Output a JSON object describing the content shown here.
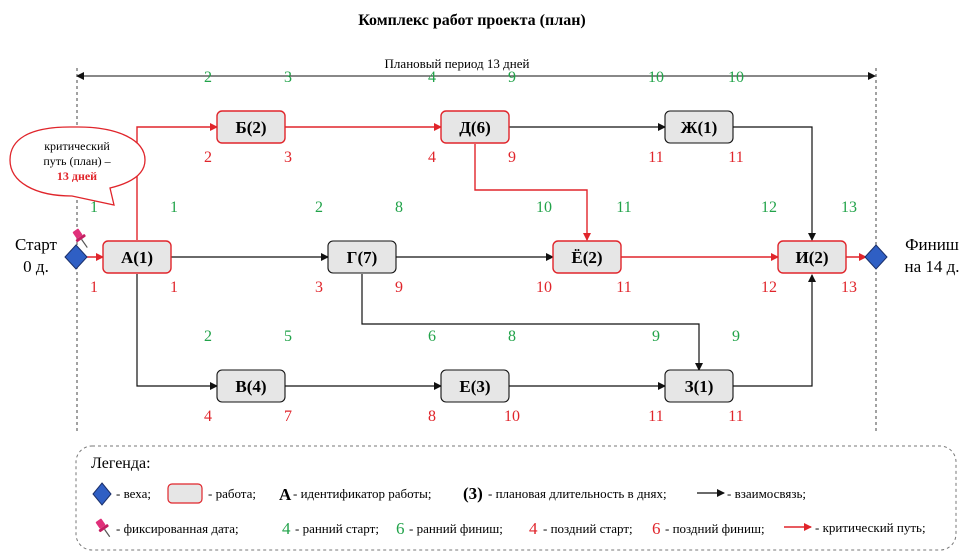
{
  "title": "Комплекс работ проекта (план)",
  "period_label": "Плановый период 13 дней",
  "start": {
    "line1": "Старт",
    "line2": "0 д."
  },
  "finish": {
    "line1": "Финиш",
    "line2": "на 14 д."
  },
  "callout": {
    "line1": "критический",
    "line2": "путь (план) –",
    "line3": "13 дней"
  },
  "nodes": [
    {
      "id": "A",
      "label": "А(1)",
      "critical": true,
      "es": "1",
      "ef": "1",
      "ls": "1",
      "lf": "1"
    },
    {
      "id": "B",
      "label": "Б(2)",
      "critical": true,
      "es": "2",
      "ef": "3",
      "ls": "2",
      "lf": "3"
    },
    {
      "id": "D",
      "label": "Д(6)",
      "critical": true,
      "es": "4",
      "ef": "9",
      "ls": "4",
      "lf": "9"
    },
    {
      "id": "ZH",
      "label": "Ж(1)",
      "critical": false,
      "es": "10",
      "ef": "10",
      "ls": "11",
      "lf": "11"
    },
    {
      "id": "G",
      "label": "Г(7)",
      "critical": false,
      "es": "2",
      "ef": "8",
      "ls": "3",
      "lf": "9"
    },
    {
      "id": "YO",
      "label": "Ё(2)",
      "critical": true,
      "es": "10",
      "ef": "11",
      "ls": "10",
      "lf": "11"
    },
    {
      "id": "I",
      "label": "И(2)",
      "critical": true,
      "es": "12",
      "ef": "13",
      "ls": "12",
      "lf": "13"
    },
    {
      "id": "V",
      "label": "В(4)",
      "critical": false,
      "es": "2",
      "ef": "5",
      "ls": "4",
      "lf": "7"
    },
    {
      "id": "E",
      "label": "Е(3)",
      "critical": false,
      "es": "6",
      "ef": "8",
      "ls": "8",
      "lf": "10"
    },
    {
      "id": "Z",
      "label": "З(1)",
      "critical": false,
      "es": "9",
      "ef": "9",
      "ls": "11",
      "lf": "11"
    }
  ],
  "legend": {
    "title": "Легенда:",
    "milestone": "- веха;",
    "task": "- работа;",
    "id_symbol": "А",
    "id_text": "- идентификатор работы;",
    "dur_symbol": "(3)",
    "dur_text": "- плановая длительность в днях;",
    "link_text": "- взаимосвязь;",
    "fixed_text": "- фиксированная дата;",
    "es_num": "4",
    "es_text": "- ранний старт;",
    "ef_num": "6",
    "ef_text": "- ранний финиш;",
    "ls_num": "4",
    "ls_text": "- поздний старт;",
    "lf_num": "6",
    "lf_text": "- поздний финиш;",
    "crit_text": "- критический путь;"
  },
  "colors": {
    "critical": "#e0252b",
    "early": "#22a34a",
    "late": "#e0252b",
    "milestone": "#2f5fc4",
    "node_fill": "#e6e6e6"
  }
}
